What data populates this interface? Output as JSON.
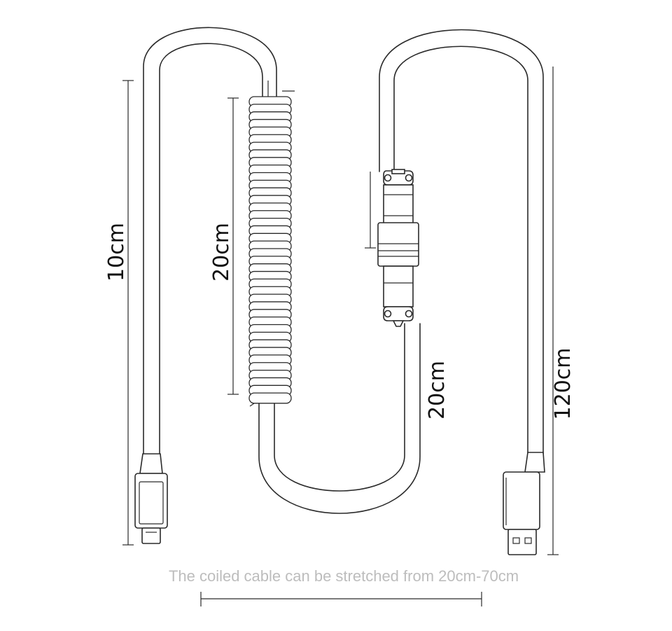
{
  "labels": {
    "left_length": "10cm",
    "coil_length": "20cm",
    "middle_length": "20cm",
    "total_length": "120cm"
  },
  "caption": "The coiled cable can be stretched from 20cm-70cm",
  "colors": {
    "line": "#2a2a2a",
    "text": "#111111",
    "caption": "#bdbdbd"
  },
  "coil": {
    "turns": 40
  }
}
